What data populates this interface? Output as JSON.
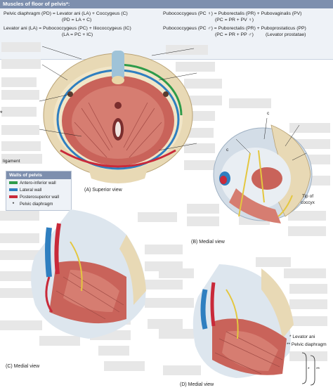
{
  "header": {
    "title": "Muscles of floor of pelvis*:",
    "line1_left": "Pelvic diaphragm (PD) = Levator ani (LA) + Coccygeus (C)",
    "line2_left": "(PD = LA + C)",
    "line3_left": "Levator ani (LA) = Pubococcygeus (PC) + Iliococcygeus (IC)",
    "line4_left": "(LA = PC + IC)",
    "line1_right": "Pubococcygeus (PC ♀) = Puborectalis (PR) + Pubovaginalis (PV)",
    "line2_right": "(PC = PR + PV ♀)",
    "line3_right": "Pubococcygeus (PC ♂) = Puborectalis (PR) + Puboprostaticus (PP)",
    "line4_right": "(PC = PR + PP ♂)",
    "line4_right_note": "(Levator prostatae)"
  },
  "legend": {
    "title": "Walls of pelvis",
    "items": [
      {
        "label": "Antero-inferior wall",
        "color": "#2e9b4a"
      },
      {
        "label": "Lateral wall",
        "color": "#2f7fc0"
      },
      {
        "label": "Posterosuperior wall",
        "color": "#c92a3a"
      },
      {
        "label": "Pelvic diaphragm",
        "symbol": "*"
      }
    ]
  },
  "labels": {
    "ligament": "ligament",
    "c_top": "c",
    "c_b": "c",
    "tip_of": "Tip of",
    "coccyx": "coccyx",
    "star_left": "*",
    "levator_ani": "* Levator ani",
    "pelvic_diaphragm": "** Pelvic diaphragm",
    "star1": "*",
    "star2": "**"
  },
  "captions": {
    "a": "(A) Superior view",
    "b": "(B) Medial view",
    "c": "(C) Medial view",
    "d": "(D) Medial view"
  }
}
